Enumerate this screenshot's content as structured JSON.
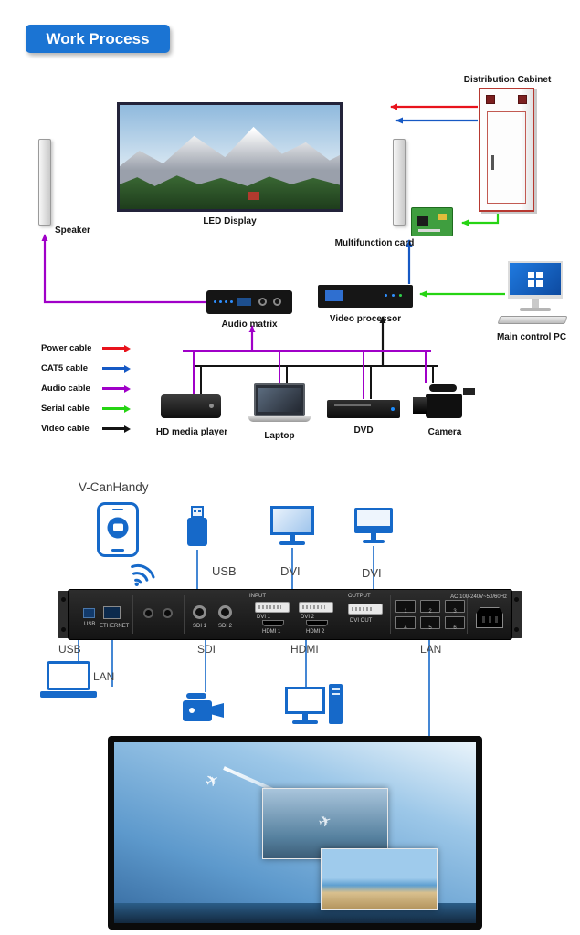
{
  "header": {
    "title": "Work Process",
    "accent_color": "#1b74d3"
  },
  "diagram": {
    "nodes": {
      "distribution_cabinet": "Distribution Cabinet",
      "led_display": "LED Display",
      "speaker": "Speaker",
      "multifunction_card": "Multifunction card",
      "audio_matrix": "Audio matrix",
      "video_processor": "Video processor",
      "main_control_pc": "Main control PC",
      "hd_media_player": "HD media player",
      "laptop": "Laptop",
      "dvd": "DVD",
      "camera": "Camera"
    },
    "legend": {
      "items": [
        {
          "label": "Power cable",
          "color": "#e8131c"
        },
        {
          "label": "CAT5 cable",
          "color": "#1659c4"
        },
        {
          "label": "Audio cable",
          "color": "#a000c8"
        },
        {
          "label": "Serial cable",
          "color": "#26d413"
        },
        {
          "label": "Video cable",
          "color": "#141414"
        }
      ]
    }
  },
  "connection": {
    "title": "V-CanHandy",
    "accent_color": "#1669c9",
    "top_labels": {
      "usb": "USB",
      "dvi_1": "DVI",
      "dvi_2": "DVI"
    },
    "bottom_labels": {
      "usb": "USB",
      "lan": "LAN",
      "sdi": "SDI",
      "hdmi": "HDMI",
      "lan_out": "LAN"
    },
    "panel": {
      "input": "INPUT",
      "output": "OUTPUT",
      "usb": "USB",
      "ethernet": "ETHERNET",
      "sdi_1": "SDI 1",
      "sdi_2": "SDI 2",
      "dvi_1": "DVI 1",
      "dvi_2": "DVI 2",
      "hdmi_1": "HDMI 1",
      "hdmi_2": "HDMI 2",
      "dvi_out": "DVI OUT",
      "power": "AC 100-240V~50/60Hz",
      "lan_numbers": [
        "1",
        "2",
        "3",
        "4",
        "5",
        "6"
      ]
    }
  }
}
